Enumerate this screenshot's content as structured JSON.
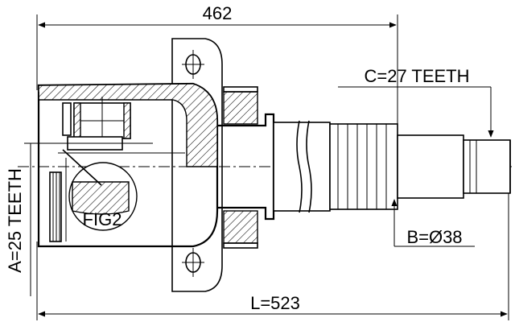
{
  "dimensions": {
    "overall_top": "462",
    "overall_bottom": "L=523",
    "spline_a": "A=25 TEETH",
    "spline_c": "C=27 TEETH",
    "diameter_b": "B=Ø38"
  },
  "callouts": {
    "fig": "FIG2"
  }
}
